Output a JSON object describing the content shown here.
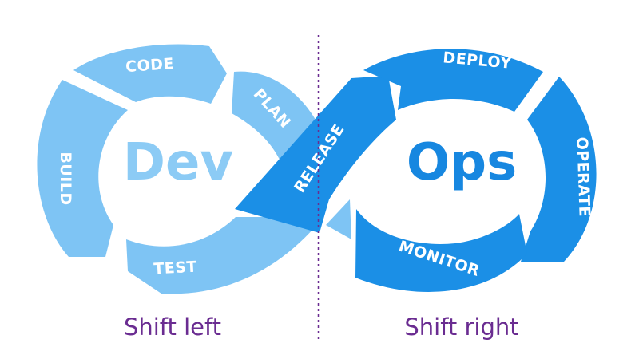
{
  "colors": {
    "dev_light": "#7ec4f4",
    "dev_text": "#8ccbf5",
    "ops_blue": "#1b8fe6",
    "ops_text": "#1787e0",
    "purple": "#6a2c91"
  },
  "dev": {
    "title": "Dev",
    "segments": {
      "plan": "PLAN",
      "code": "CODE",
      "build": "BUILD",
      "test": "TEST"
    },
    "caption": "Shift left"
  },
  "ops": {
    "title": "Ops",
    "segments": {
      "release": "RELEASE",
      "deploy": "DEPLOY",
      "operate": "OPERATE",
      "monitor": "MONITOR"
    },
    "caption": "Shift right"
  }
}
